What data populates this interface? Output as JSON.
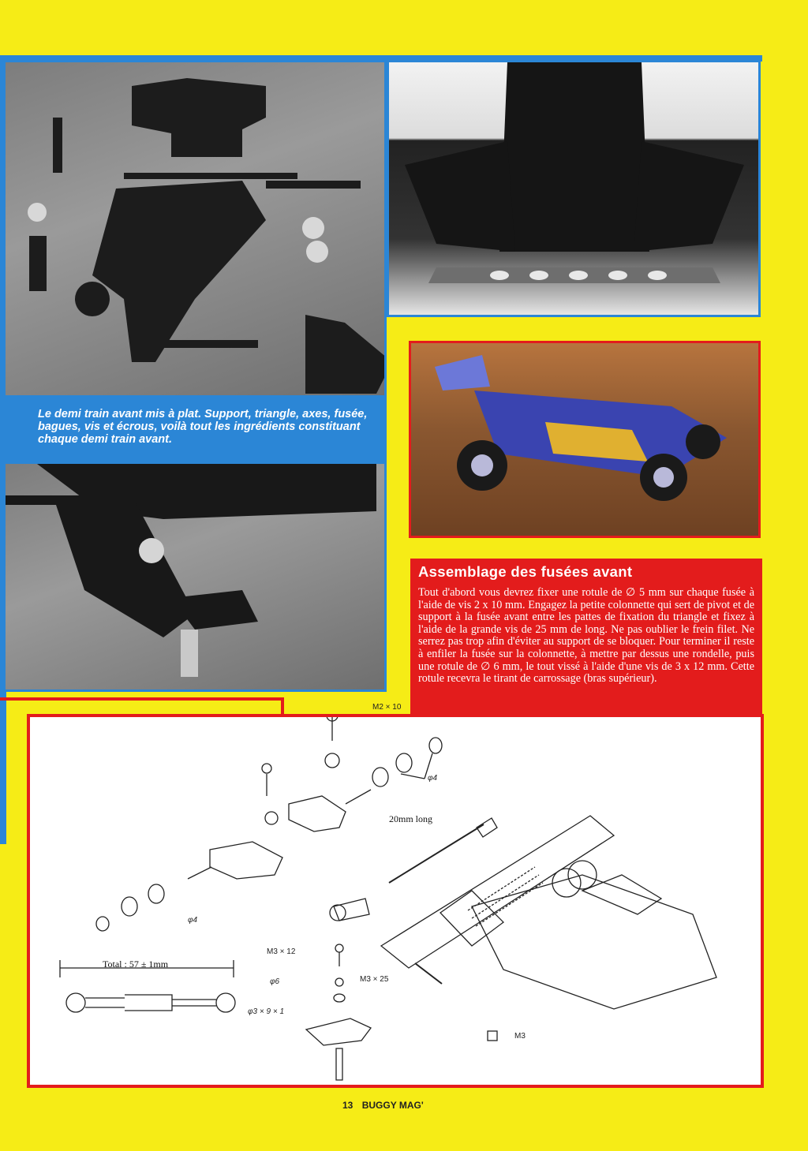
{
  "caption": {
    "text": "Le demi train avant mis à plat. Support, triangle, axes, fusée, bagues, vis et écrous, voilà tout les ingrédients constituant chaque demi train avant."
  },
  "section": {
    "title": "Assemblage des fusées avant",
    "body": "Tout d'abord vous devrez fixer une rotule de ∅ 5 mm sur chaque fusée à l'aide de vis 2 x 10 mm. Engagez la petite colonnette qui sert de pivot et de support à la fusée avant entre les pattes de fixation du triangle et fixez à l'aide de la grande vis de 25 mm de long. Ne pas oublier le frein filet. Ne serrez pas trop afin d'éviter au support de se bloquer. Pour terminer il reste à enfiler la fusée sur la colonnette, à mettre par dessus une rondelle, puis une rotule de ∅ 6 mm, le tout vissé à l'aide d'une vis de 3 x 12 mm. Cette rotule recevra le tirant de carrossage (bras supérieur)."
  },
  "diagram": {
    "labels": {
      "m2x10": "M2 × 10",
      "phi4_top": "φ4",
      "len20": "20mm long",
      "phi4_left": "φ4",
      "total": "Total : 57 ± 1mm",
      "m3x12": "M3 × 12",
      "phi6": "φ6",
      "m3x25": "M3 × 25",
      "phi3": "φ3 × 9 × 1",
      "m3": "M3"
    }
  },
  "footer": {
    "page_number": "13",
    "magazine": "BUGGY MAG'"
  },
  "colors": {
    "page": "#f6ec16",
    "blue": "#2b86d6",
    "red": "#e31c1c"
  }
}
